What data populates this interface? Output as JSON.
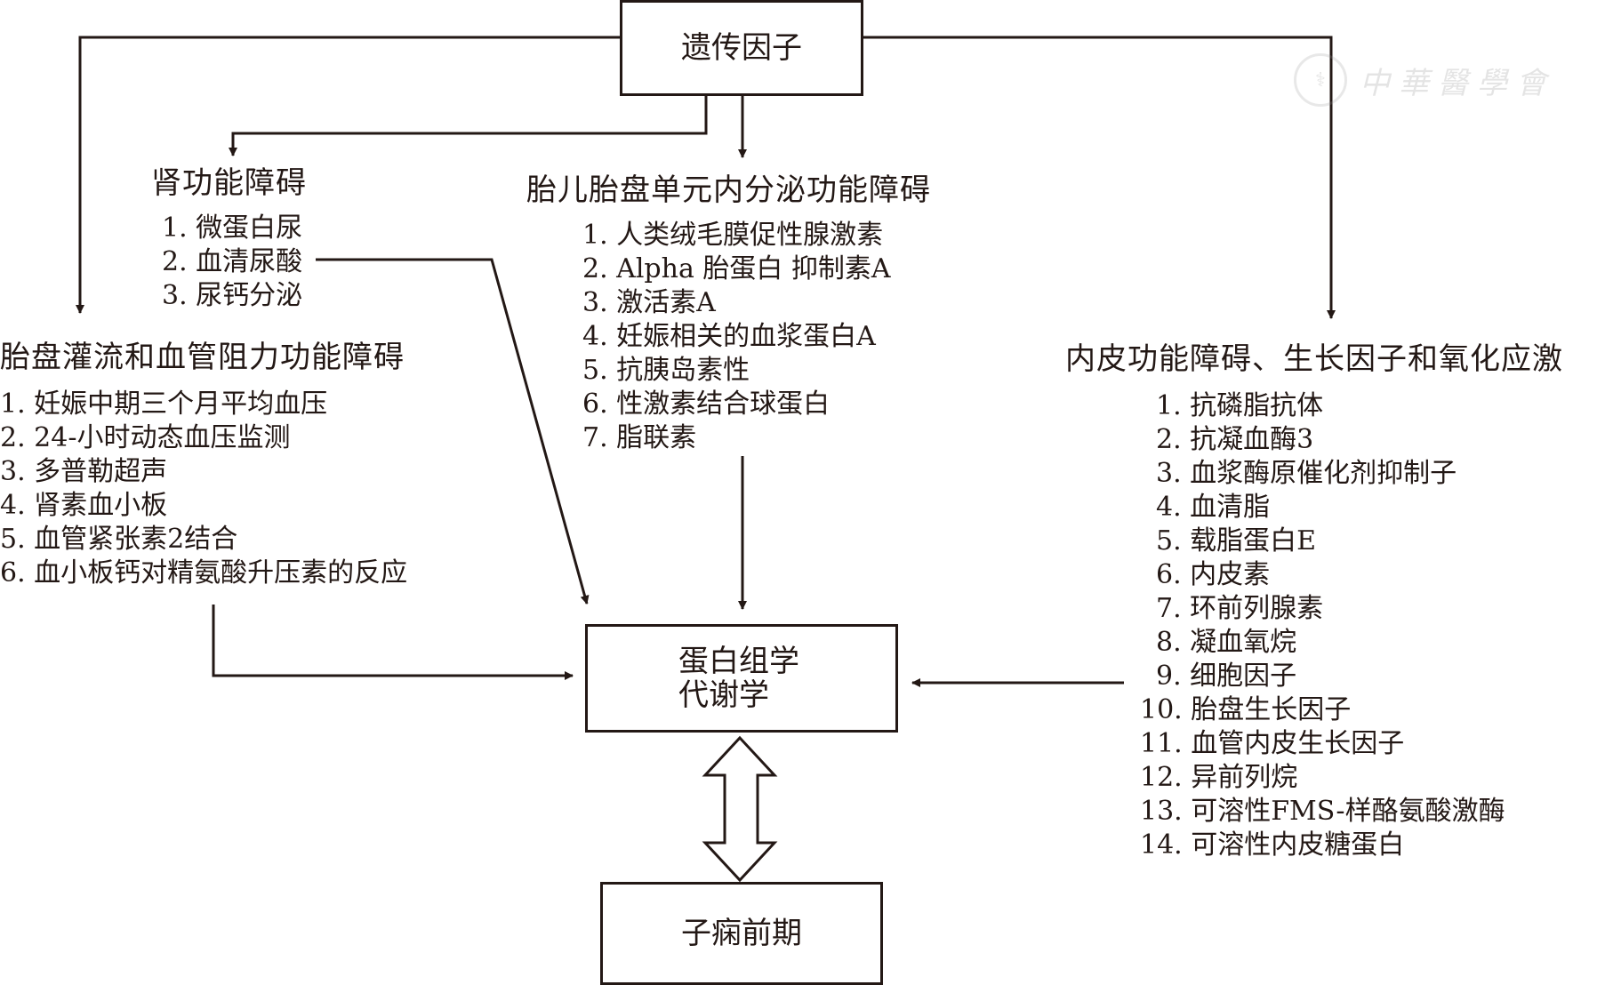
{
  "boxes": {
    "genetic": "遗传因子",
    "proteomics_line1": "蛋白组学",
    "proteomics_line2": "代谢学",
    "preeclampsia": "子痫前期"
  },
  "renal": {
    "heading": "肾功能障碍",
    "items": [
      "1. 微蛋白尿",
      "2. 血清尿酸",
      "3. 尿钙分泌"
    ]
  },
  "fetal_placental": {
    "heading": "胎儿胎盘单元内分泌功能障碍",
    "items": [
      "1. 人类绒毛膜促性腺激素",
      "2. Alpha 胎蛋白 抑制素A",
      "3. 激活素A",
      "4. 妊娠相关的血浆蛋白A",
      "5. 抗胰岛素性",
      "6. 性激素结合球蛋白",
      "7. 脂联素"
    ]
  },
  "placental_perfusion": {
    "heading": "胎盘灌流和血管阻力功能障碍",
    "items": [
      "1. 妊娠中期三个月平均血压",
      "2. 24-小时动态血压监测",
      "3. 多普勒超声",
      "4. 肾素血小板",
      "5. 血管紧张素2结合",
      "6. 血小板钙对精氨酸升压素的反应"
    ]
  },
  "endothelial": {
    "heading": "内皮功能障碍、生长因子和氧化应激",
    "items": [
      "1. 抗磷脂抗体",
      "2. 抗凝血酶3",
      "3. 血浆酶原催化剂抑制子",
      "4. 血清脂",
      "5. 载脂蛋白E",
      "6. 内皮素",
      "7. 环前列腺素",
      "8. 凝血氧烷",
      "9. 细胞因子",
      "10. 胎盘生长因子",
      "11. 血管内皮生长因子",
      "12. 异前列烷",
      "13. 可溶性FMS-样酪氨酸激酶",
      "14. 可溶性内皮糖蛋白"
    ]
  },
  "watermark": {
    "icon": "society-seal-icon",
    "text": "中華醫學會"
  },
  "colors": {
    "ink": "#231815",
    "background": "#ffffff"
  }
}
